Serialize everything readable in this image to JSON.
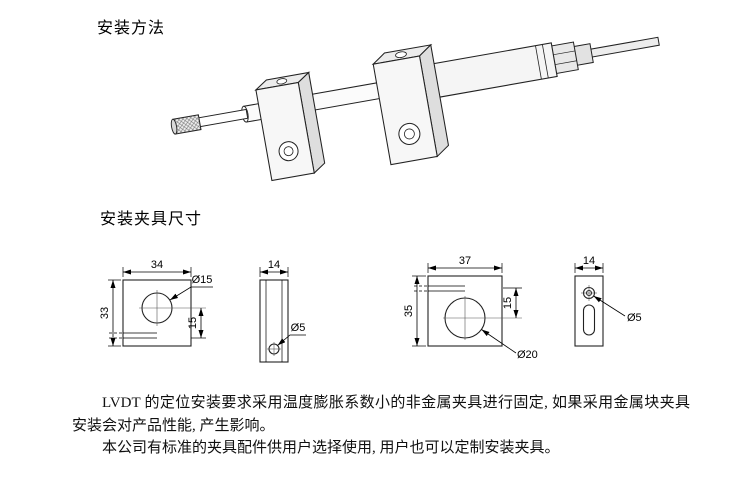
{
  "page": {
    "section1_title": "安装方法",
    "section2_title": "安装夹具尺寸",
    "paragraphs": [
      "LVDT 的定位安装要求采用温度膨胀系数小的非金属夹具进行固定, 如果采用金属块夹具安装会对产品性能, 产生影响。",
      "本公司有标准的夹具配件供用户选择使用, 用户也可以定制安装夹具。"
    ]
  },
  "drawings": {
    "clamp1_front": {
      "width_mm": "34",
      "height_mm": "33",
      "center_offset_mm": "15",
      "bore_dia": "Ø15"
    },
    "clamp1_side": {
      "thickness_mm": "14",
      "bolt_hole_dia": "Ø5"
    },
    "clamp2_front": {
      "width_mm": "37",
      "height_mm": "35",
      "center_offset_mm": "15",
      "bore_dia": "Ø20"
    },
    "clamp2_side": {
      "thickness_mm": "14",
      "bolt_hole_dia": "Ø5"
    }
  },
  "colors": {
    "line": "#222222",
    "paper": "#ffffff",
    "metal_light": "#f5f5f5",
    "metal_mid": "#e8e8e8",
    "metal_dark": "#dedede"
  }
}
